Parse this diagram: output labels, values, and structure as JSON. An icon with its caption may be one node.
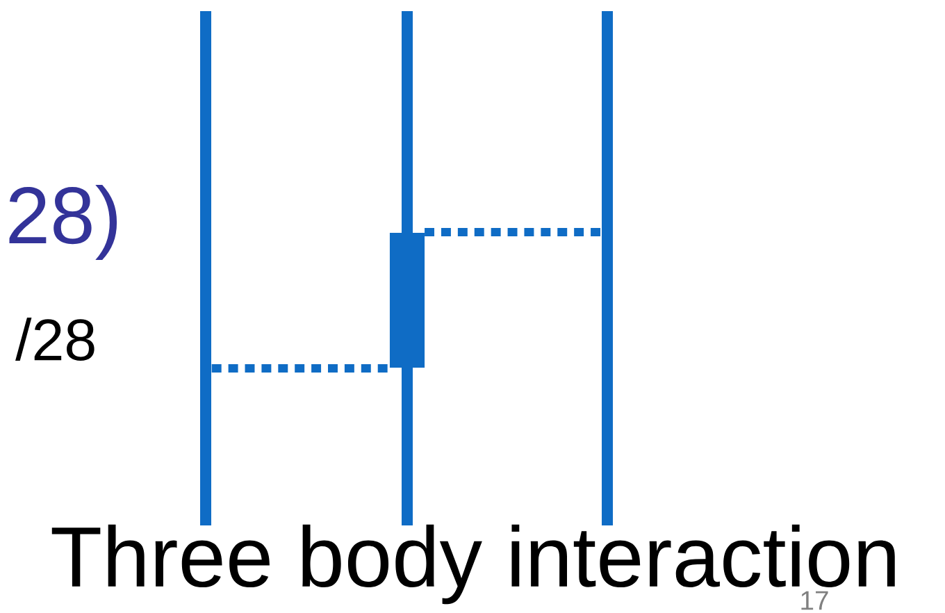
{
  "diagram": {
    "title": "Three body interaction",
    "nodes": [
      {
        "text": [],
        "shape": "bar"
      },
      {
        "text": [],
        "shape": "bar"
      },
      {
        "text": [],
        "shape": "bar"
      },
      {
        "text": [],
        "shape": "box"
      }
    ],
    "edges": [
      {
        "from": 0,
        "to": 3,
        "arrow": "none",
        "style": "dashed"
      },
      {
        "from": 3,
        "to": 2,
        "arrow": "none",
        "style": "dashed"
      }
    ],
    "labels": [
      "28)",
      "/28",
      "17"
    ]
  }
}
